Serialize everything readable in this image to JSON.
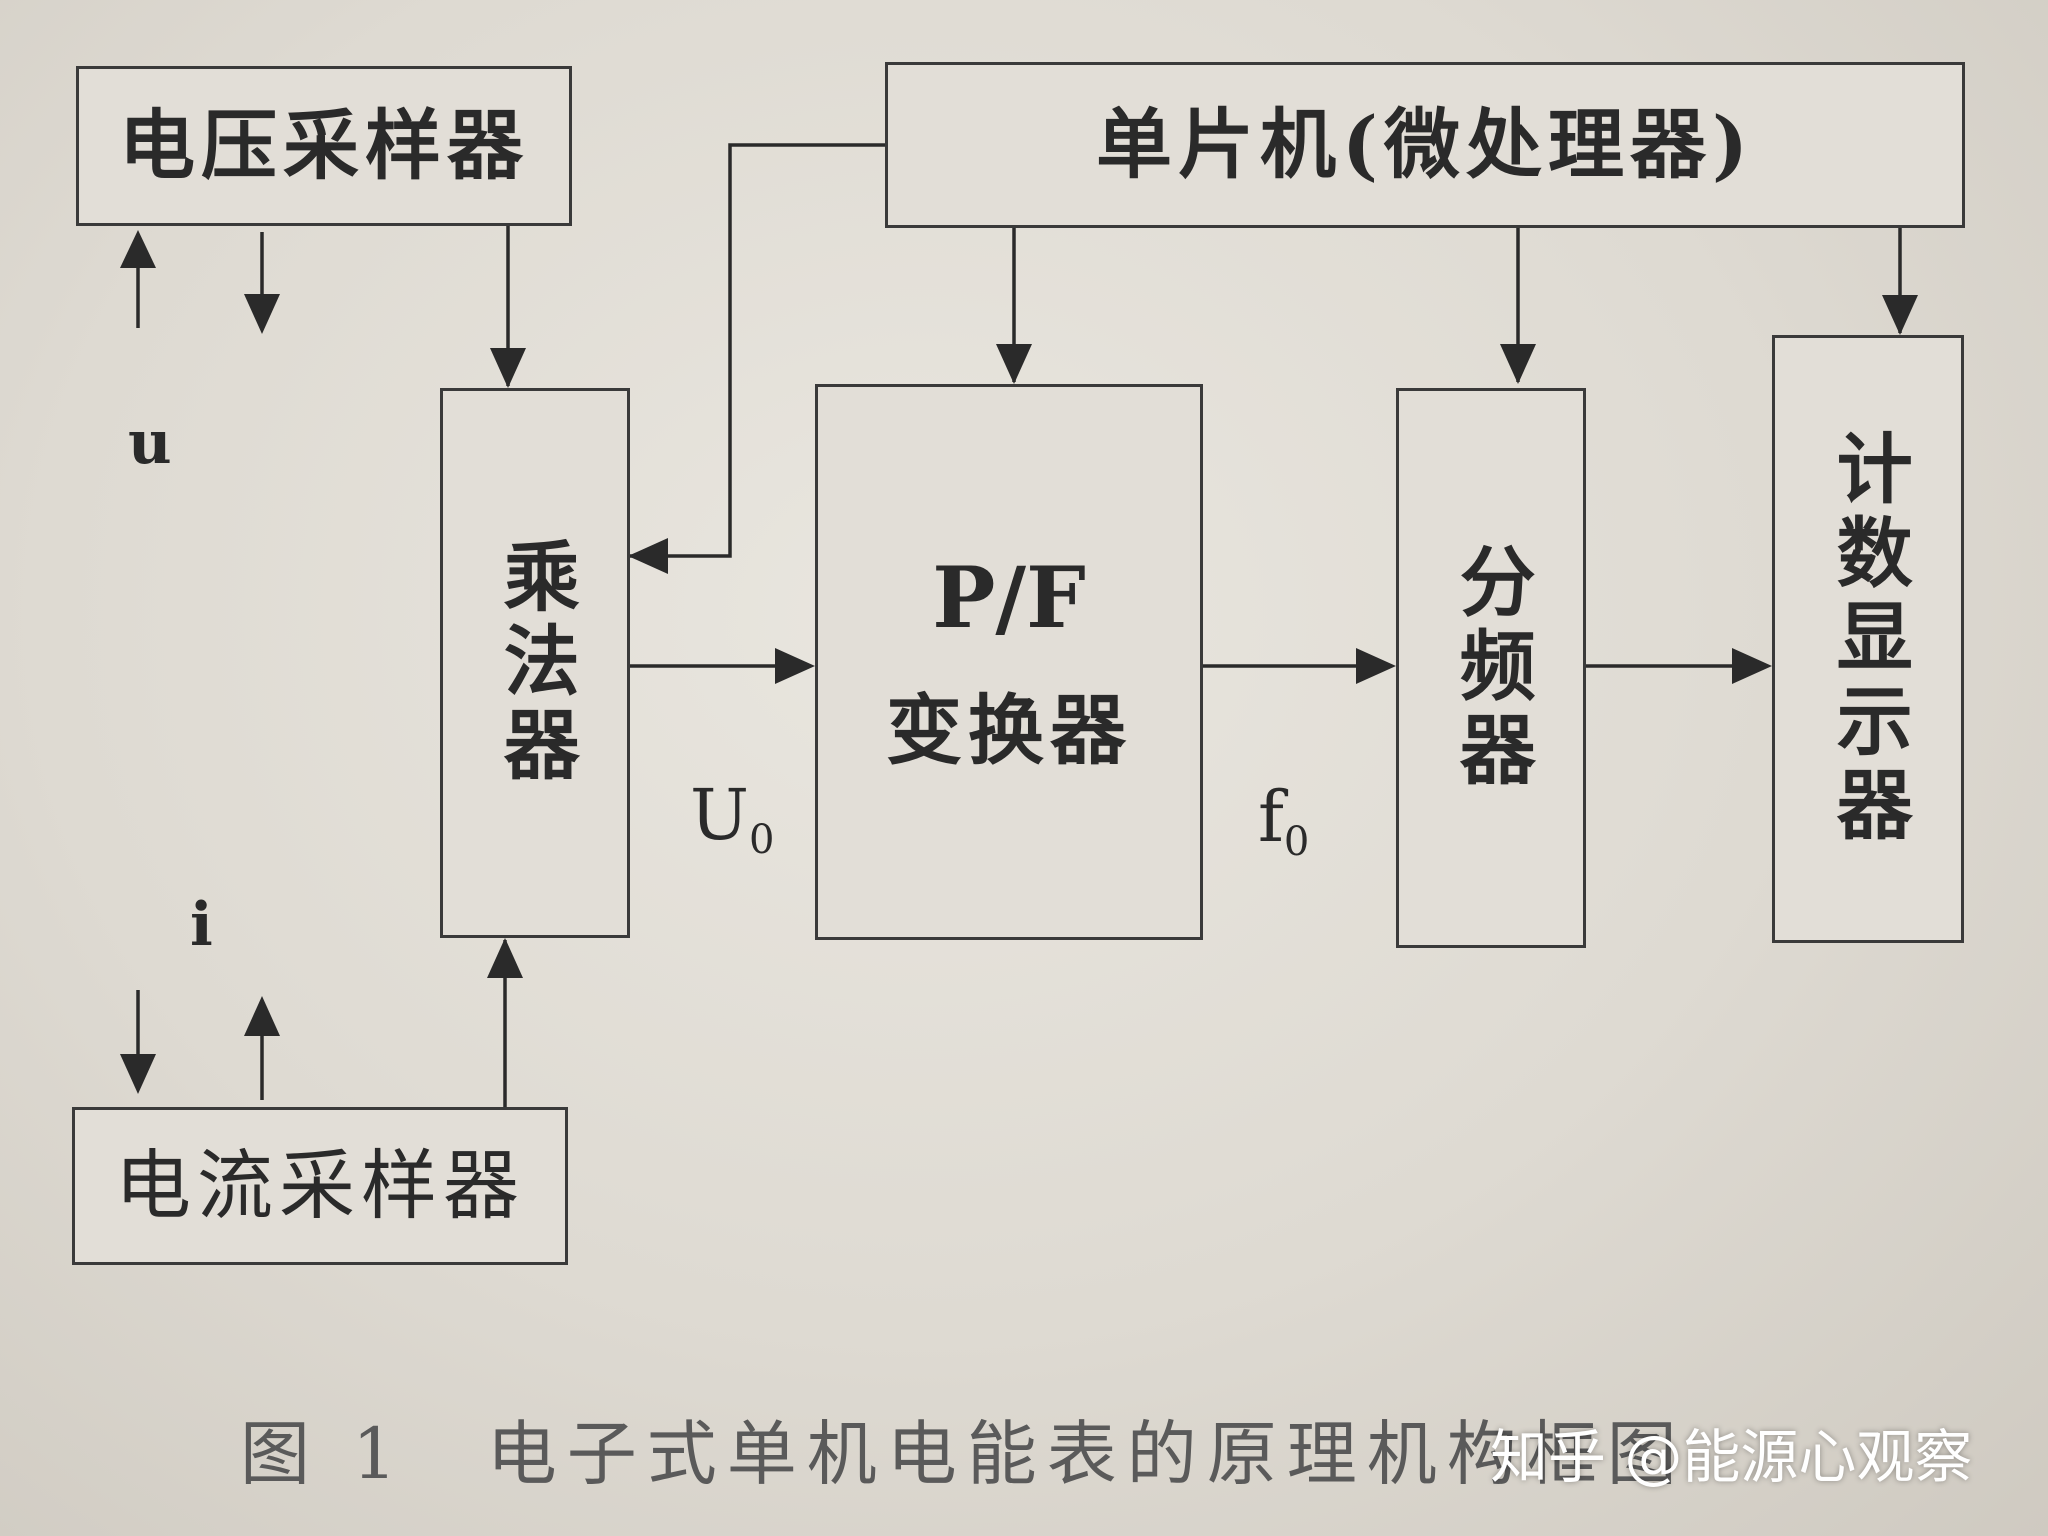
{
  "blocks": {
    "voltage_sampler": "电压采样器",
    "current_sampler": "电流采样器",
    "mcu": "单片机(微处理器)",
    "multiplier": "乘法器",
    "pf_converter_line1": "P/F",
    "pf_converter_line2": "变换器",
    "divider": "分频器",
    "counter_display": "计数显示器"
  },
  "signals": {
    "u": "u",
    "i": "i",
    "u0_main": "U",
    "u0_sub": "0",
    "f0_main": "f",
    "f0_sub": "0"
  },
  "caption": "图 1　电子式单机电能表的原理机构框图",
  "watermark": "知乎 @能源心观察"
}
